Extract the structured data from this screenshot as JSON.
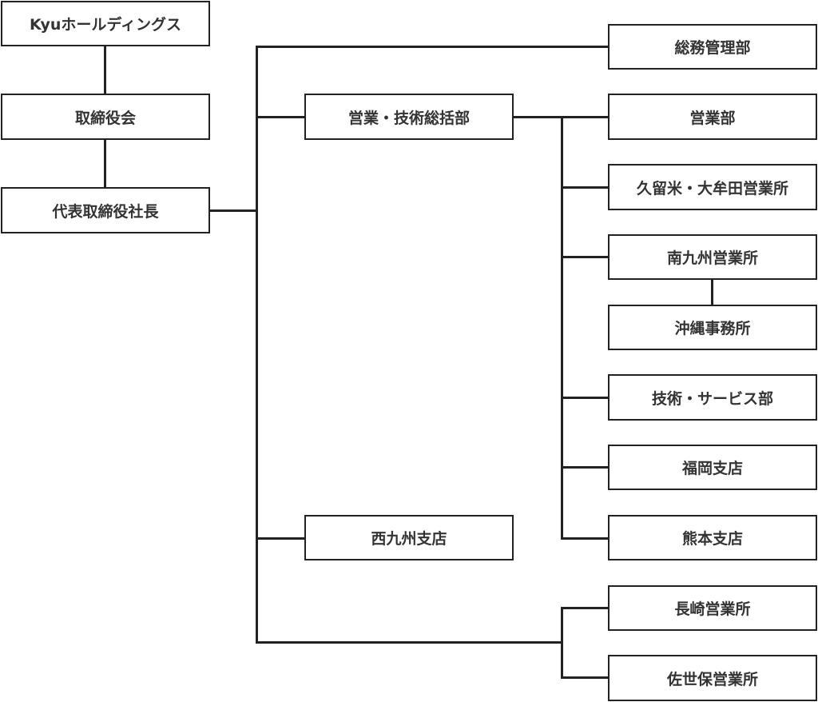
{
  "colors": {
    "line": "#222222",
    "text": "#333333",
    "box_fill": "#ffffff"
  },
  "org": {
    "holdings": "Kyuホールディングス",
    "board": "取締役会",
    "president": "代表取締役社長",
    "general_affairs": "総務管理部",
    "sales_tech_hq": "営業・技術総括部",
    "sales": "営業部",
    "kurume_omuta": "久留米・大牟田営業所",
    "minami_kyushu": "南九州営業所",
    "okinawa": "沖縄事務所",
    "tech_service": "技術・サービス部",
    "fukuoka": "福岡支店",
    "kumamoto": "熊本支店",
    "nishi_kyushu": "西九州支店",
    "nagasaki": "長崎営業所",
    "sasebo": "佐世保営業所"
  }
}
